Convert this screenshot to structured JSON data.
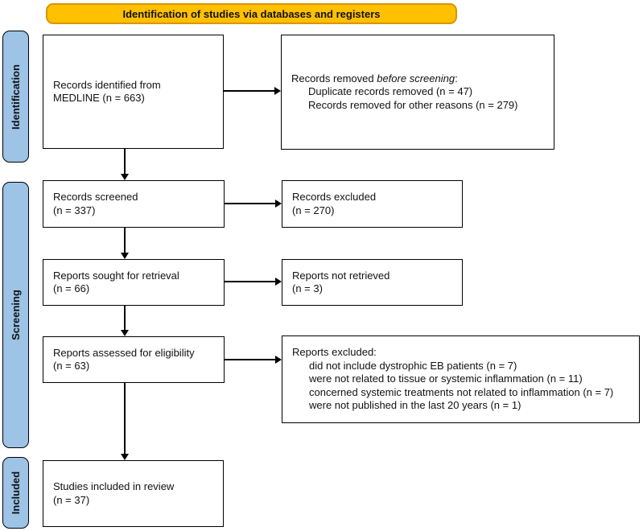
{
  "banner": {
    "label": "Identification of studies via databases and registers"
  },
  "colors": {
    "banner_fill": "#FFC000",
    "banner_border": "#D99500",
    "stage_fill": "#9DC3E6"
  },
  "stages": {
    "identification": "Identification",
    "screening": "Screening",
    "included": "Included"
  },
  "boxes": {
    "records_identified": {
      "lines": [
        "Records identified from",
        "MEDLINE (n = 663)"
      ]
    },
    "records_removed": {
      "title_prefix": "Records removed ",
      "title_italic": "before screening",
      "title_suffix": ":",
      "items": [
        "Duplicate records removed (n = 47)",
        "Records removed for other reasons (n = 279)"
      ]
    },
    "records_screened": {
      "lines": [
        "Records screened",
        "(n = 337)"
      ]
    },
    "records_excluded": {
      "lines": [
        "Records excluded",
        "(n = 270)"
      ]
    },
    "reports_sought": {
      "lines": [
        "Reports sought for retrieval",
        "(n = 66)"
      ]
    },
    "reports_not_retrieved": {
      "lines": [
        "Reports not retrieved",
        "(n = 3)"
      ]
    },
    "reports_assessed": {
      "lines": [
        "Reports assessed for eligibility",
        "(n = 63)"
      ]
    },
    "reports_excluded": {
      "title": "Reports excluded:",
      "items": [
        "did not include dystrophic EB patients (n = 7)",
        "were not related to tissue or systemic inflammation (n = 11)",
        "concerned systemic treatments not related to inflammation (n = 7)",
        "were not published in the last 20 years (n = 1)"
      ]
    },
    "studies_included": {
      "lines": [
        "Studies included in review",
        "(n = 37)"
      ]
    }
  }
}
